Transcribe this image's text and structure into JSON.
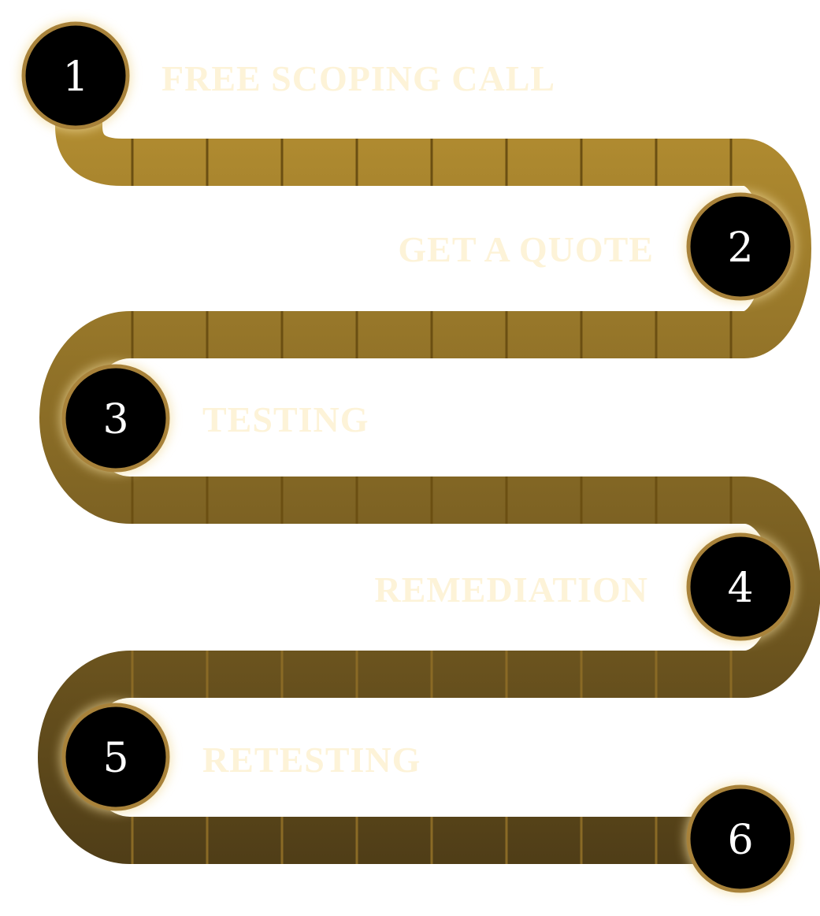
{
  "diagram": {
    "type": "serpentine-process",
    "colors": {
      "path_top": "#b08b30",
      "path_bottom": "#4f3d17",
      "segment_divider": "#6b4f12",
      "segment_divider_light": "#8a6a25",
      "circle_fill": "#000000",
      "circle_ring": "#a8823a",
      "circle_glow": "#f2dc9c",
      "number_text": "#ffffff",
      "label_text": "#fdf3d8"
    },
    "steps": [
      {
        "number": "1",
        "label": "FREE SCOPING CALL"
      },
      {
        "number": "2",
        "label": "GET A QUOTE"
      },
      {
        "number": "3",
        "label": "TESTING"
      },
      {
        "number": "4",
        "label": "REMEDIATION"
      },
      {
        "number": "5",
        "label": "RETESTING"
      },
      {
        "number": "6",
        "label": ""
      }
    ]
  }
}
